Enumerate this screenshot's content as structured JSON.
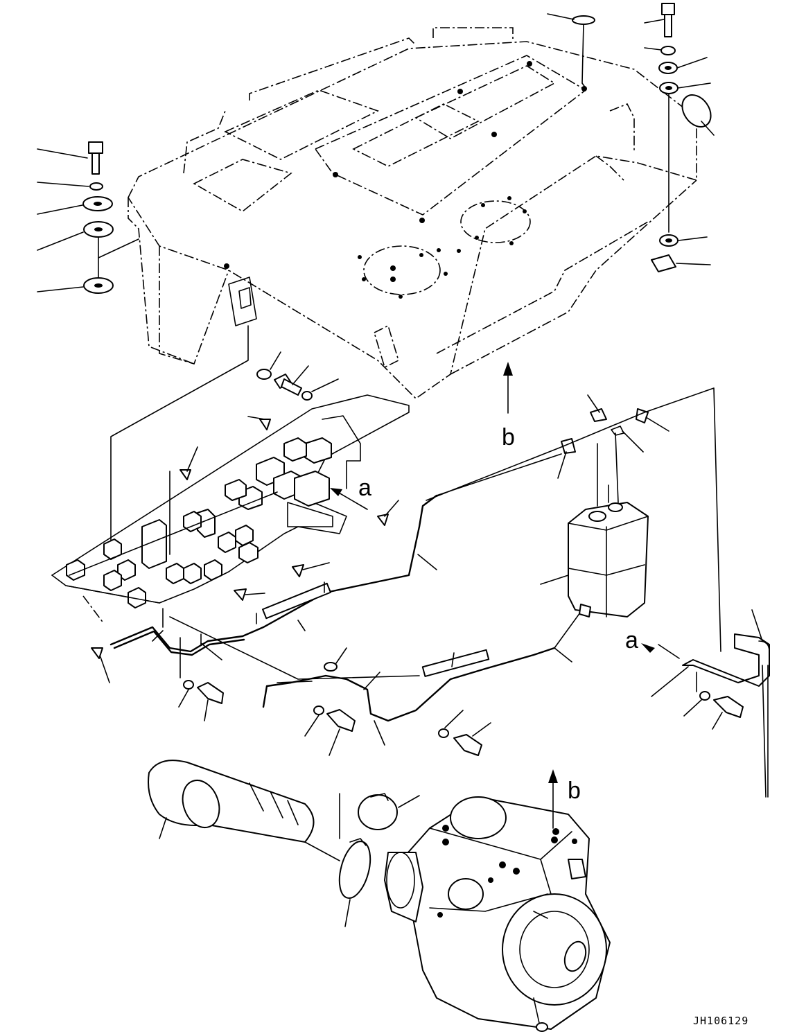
{
  "view_labels": {
    "a_top": "a",
    "a_bottom": "a",
    "b_top": "b",
    "b_bottom": "b"
  },
  "drawing_code": "JH106129"
}
